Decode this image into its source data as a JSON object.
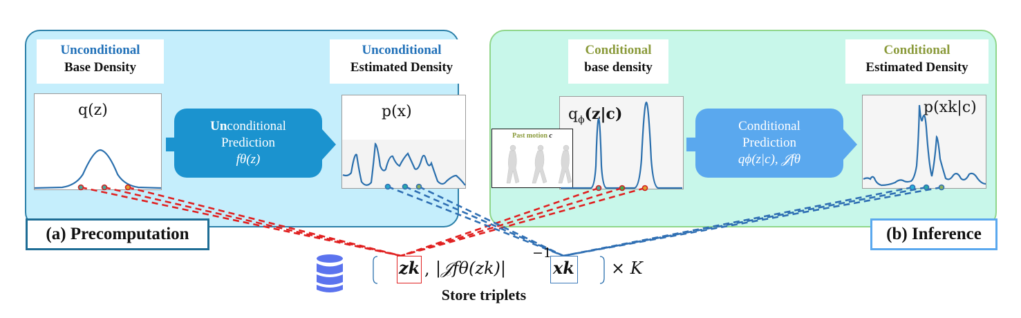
{
  "panels": {
    "precomputation": {
      "stage_label": "(a) Precomputation",
      "base": {
        "title_colored": "Unconditional",
        "title_plain": "Base Density",
        "plot_label": "q(z)"
      },
      "prediction": {
        "line1_bold": "Un",
        "line1_rest": "conditional",
        "line2": "Prediction",
        "line3": "fθ(z)"
      },
      "estimated": {
        "title_colored": "Unconditional",
        "title_plain": "Estimated Density",
        "plot_label": "p(x)"
      }
    },
    "inference": {
      "stage_label": "(b) Inference",
      "base": {
        "title_colored": "Conditional",
        "title_plain": "base density",
        "plot_label_main": "q",
        "plot_label_sub": "ϕ",
        "plot_label_args": "(z|c)"
      },
      "past_motion": {
        "label": "Past motion",
        "var": "c"
      },
      "prediction": {
        "line1": "Conditional",
        "line2": "Prediction",
        "line3": "qϕ(z|c), 𝒥fθ"
      },
      "estimated": {
        "title_colored": "Conditional",
        "title_plain": "Estimated Density",
        "plot_label": "p(xk|c)"
      }
    }
  },
  "storage": {
    "caption": "Store triplets",
    "z_term": "zk",
    "jacobian_term": "|𝒥fθ(zk)|",
    "exponent": "−1",
    "x_term": "xk",
    "multiplier": "× K",
    "separator": ","
  },
  "colors": {
    "panel_a_bg": "#c5eefc",
    "panel_a_border": "#2a7fa8",
    "panel_b_bg": "#c8f7ea",
    "panel_b_border": "#8fd68a",
    "pred_a": "#1b93cf",
    "pred_b": "#5aa8ee",
    "curve": "#2a6fad",
    "red_dash": "#e02020",
    "blue_dash": "#2f6fb3",
    "database": "#5b73ee",
    "title_blue": "#2070b8",
    "title_olive": "#8a9a3a"
  }
}
